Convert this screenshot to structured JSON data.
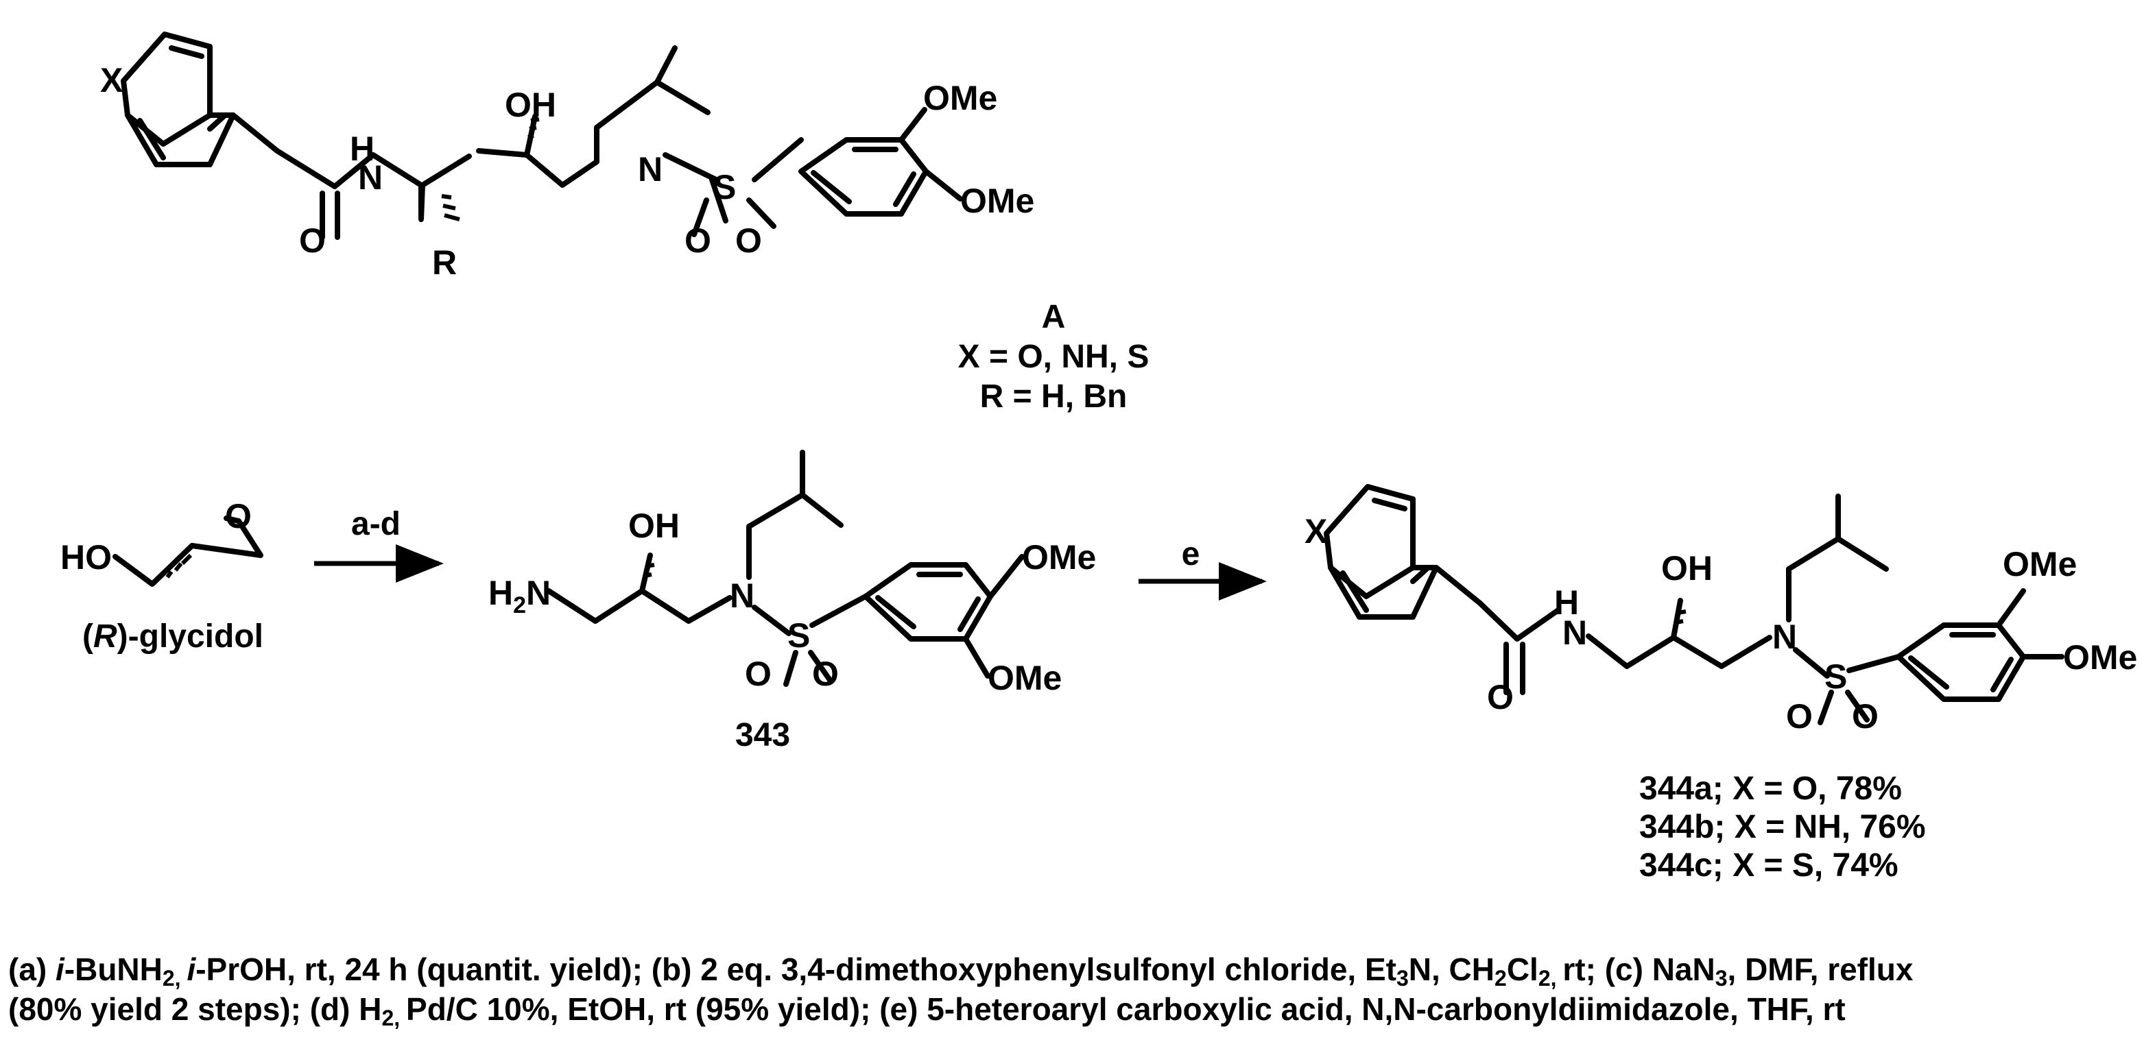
{
  "atoms": {
    "x": "X",
    "h": "H",
    "n": "N",
    "oh": "OH",
    "o": "O",
    "s": "S",
    "r": "R",
    "ome": "OMe",
    "ho": "HO",
    "h2": "H",
    "two": "2"
  },
  "labels": {
    "compound_a": "A",
    "a_x_def": "X = O, NH, S",
    "a_r_def": "R = H, Bn",
    "glycidol_pre": "(",
    "glycidol_r": "R",
    "glycidol_post": ")-glycidol",
    "compound_343": "343",
    "p344a": "344a; X = O, 78%",
    "p344b": "344b; X = NH, 76%",
    "p344c": "344c; X = S, 74%"
  },
  "arrows": {
    "step1": "a-d",
    "step2": "e"
  },
  "conditions": {
    "l1_a": "(a) ",
    "l1_b": "i",
    "l1_c": "-BuNH",
    "l1_d": "2, ",
    "l1_e": "i",
    "l1_f": "-PrOH, rt, 24 h (quantit. yield); (b) 2 eq. 3,4-dimethoxyphenylsulfonyl chloride, Et",
    "l1_g": "3",
    "l1_h": "N, CH",
    "l1_i": "2",
    "l1_j": "Cl",
    "l1_k": "2, ",
    "l1_l": "rt; (c) NaN",
    "l1_m": "3",
    "l1_n": ", DMF, reflux",
    "l2_a": "(80% yield 2 steps); (d) H",
    "l2_b": "2, ",
    "l2_c": "Pd/C 10%, EtOH, rt (95% yield); (e) 5-heteroaryl carboxylic acid, N,N-carbonyldiimidazole, THF, rt"
  }
}
